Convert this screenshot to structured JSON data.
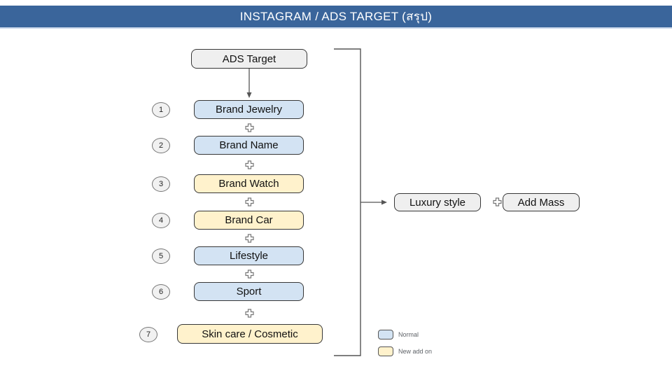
{
  "slide": {
    "title": "INSTAGRAM / ADS TARGET (สรุป)"
  },
  "colors": {
    "header_bg": "#3A659B",
    "normal_fill": "#D3E3F3",
    "new_add_on_fill": "#FFF2CC",
    "neutral_fill": "#EFEFEF",
    "line_color": "#555555"
  },
  "icons": {
    "connector": "plus-icon",
    "root_to_first": "arrow-down-icon",
    "bracket_to_result": "arrow-right-icon"
  },
  "flow": {
    "root": {
      "label": "ADS Target"
    },
    "rows": [
      {
        "num": "1",
        "label": "Brand Jewelry",
        "type": "normal"
      },
      {
        "num": "2",
        "label": "Brand Name",
        "type": "normal"
      },
      {
        "num": "3",
        "label": "Brand Watch",
        "type": "new"
      },
      {
        "num": "4",
        "label": "Brand Car",
        "type": "new"
      },
      {
        "num": "5",
        "label": "Lifestyle",
        "type": "normal"
      },
      {
        "num": "6",
        "label": "Sport",
        "type": "normal"
      },
      {
        "num": "7",
        "label": "Skin care / Cosmetic",
        "type": "new"
      }
    ],
    "result": {
      "left": {
        "label": "Luxury style"
      },
      "right": {
        "label": "Add Mass"
      }
    }
  },
  "legend": {
    "items": [
      {
        "label": "Normal",
        "type": "normal"
      },
      {
        "label": "New add on",
        "type": "new"
      }
    ]
  }
}
